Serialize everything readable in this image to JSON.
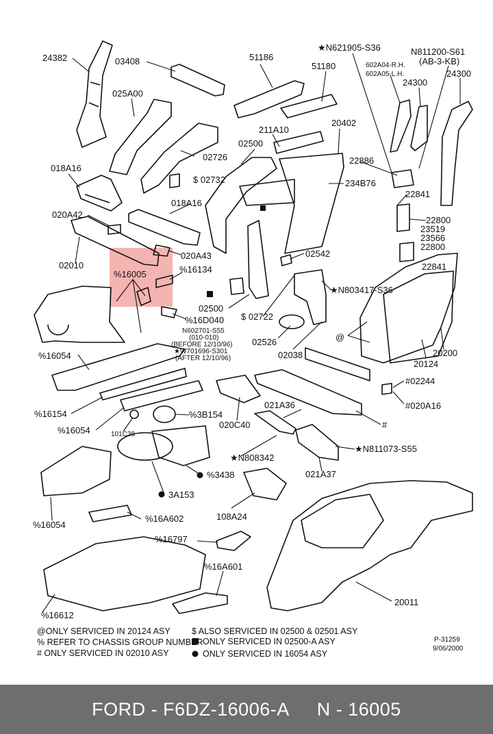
{
  "labels": {
    "l24382": "24382",
    "l03408": "03408",
    "l51186": "51186",
    "l51180": "51180",
    "lN621905": "★N621905-S36",
    "lN811200": "N811200-S61",
    "lAB3KB": "(AB-3-KB)",
    "l602A04": "602A04-R.H.",
    "l602A05": "602A05-L.H.",
    "l24300a": "24300",
    "l24300b": "24300",
    "l025A00": "025A00",
    "l211A10": "211A10",
    "l20402": "20402",
    "l02500a": "02500",
    "l22886": "22886",
    "l234B76": "234B76",
    "l018A16a": "018A16",
    "l02726": "02726",
    "l02732": "$ 02732",
    "l018A16b": "018A16",
    "l22841a": "22841",
    "l22800a": "22800",
    "l23519": "23519",
    "l23566": "23566",
    "l22800b": "22800",
    "l22841b": "22841",
    "l020A42": "020A42",
    "l020A43": "020A43",
    "l02542": "02542",
    "l02010": "02010",
    "l16005": "%16005",
    "l16134": "%16134",
    "lN803417": "★N803417-S36",
    "l02500b": "02500",
    "l02722": "$ 02722",
    "l16D040": "%16D040",
    "lN602701": "N602701-S55",
    "l010010": "(010-010)",
    "lbefore": "(BEFORE 12/10/96)",
    "lW701696": "★W701696-S301",
    "lafter": "(AFTER 12/10/96)",
    "l02526": "02526",
    "l02038": "02038",
    "l20124": "20124",
    "l20200": "20200",
    "l16054a": "%16054",
    "l02244": "#02244",
    "l16154": "%16154",
    "l020A16": "#020A16",
    "l021A36": "021A36",
    "l3B154": "%3B154",
    "l16054b": "%16054",
    "l101C38": "101C38",
    "l020C40": "020C40",
    "lhash": "#",
    "lN811073": "★N811073-S55",
    "lN808342": "★N808342",
    "l021A37": "021A37",
    "l3438": "%3438",
    "l3A153": "3A153",
    "l16054c": "%16054",
    "l16A602": "%16A602",
    "l108A24": "108A24",
    "l16797": "%16797",
    "l16A601": "%16A601",
    "l20011": "20011",
    "l16612": "%16612"
  },
  "notes": {
    "n1": "@ONLY SERVICED IN 20124 ASY",
    "n2": "% REFER TO CHASSIS GROUP NUMBER",
    "n3": "# ONLY SERVICED IN 02010 ASY",
    "n4": "$ ALSO SERVICED IN 02500 & 02501 ASY",
    "n5": "ONLY SERVICED IN 02500-A ASY",
    "n6": "ONLY SERVICED IN 16054 ASY"
  },
  "ref": {
    "code": "P-31259",
    "date": "9/06/2000"
  },
  "highlight_color": "#f2a7a4",
  "footer": {
    "brand": "FORD - F6DZ-16006-A",
    "number": "N - 16005"
  }
}
